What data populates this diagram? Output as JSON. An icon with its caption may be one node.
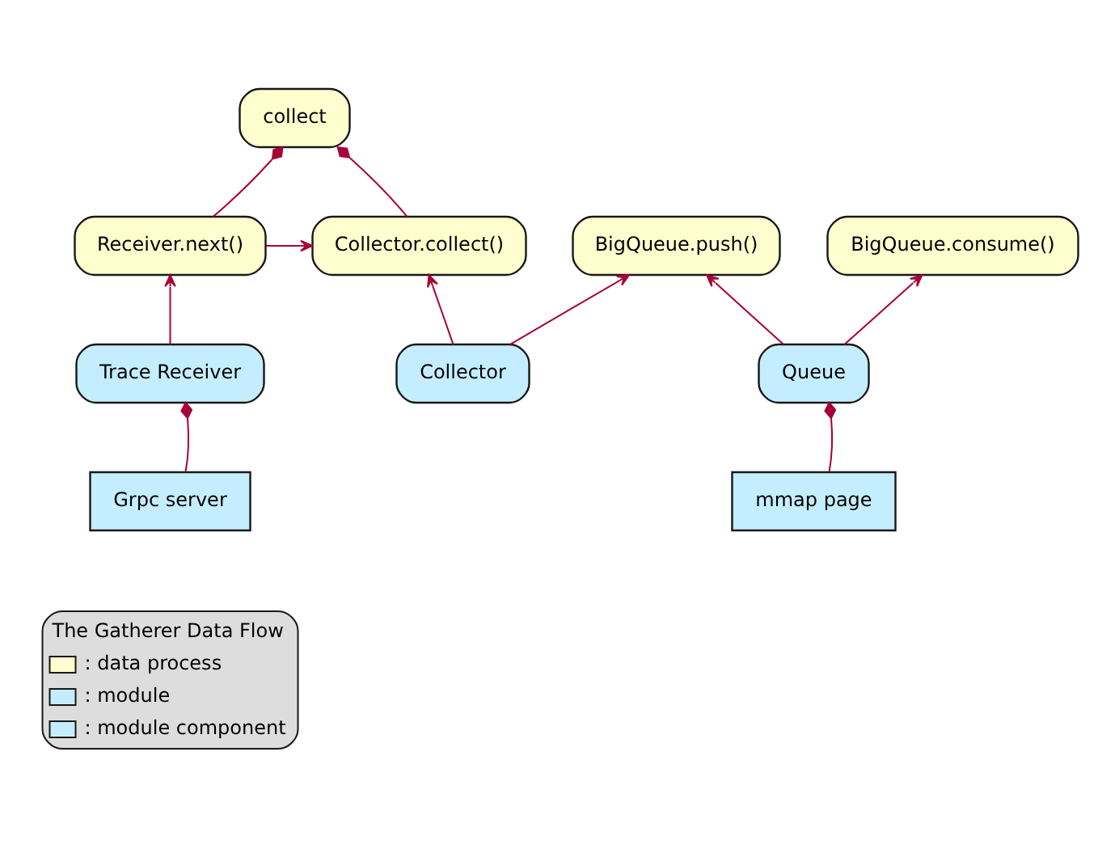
{
  "diagram": {
    "nodes": [
      {
        "text": [
          "collect"
        ]
      },
      {
        "text": [
          "Receiver.next()"
        ]
      },
      {
        "text": [
          "Collector.collect()"
        ]
      },
      {
        "text": [
          "BigQueue.push()"
        ]
      },
      {
        "text": [
          "BigQueue.consume()"
        ]
      },
      {
        "text": [
          "Trace Receiver"
        ]
      },
      {
        "text": [
          "Collector"
        ]
      },
      {
        "text": [
          "Queue"
        ]
      },
      {
        "text": [
          "Grpc server"
        ]
      },
      {
        "text": [
          "mmap page"
        ]
      }
    ],
    "edges": [
      {
        "from": 0,
        "to": 1,
        "arrow": "other"
      },
      {
        "from": 0,
        "to": 2,
        "arrow": "other"
      },
      {
        "from": 1,
        "to": 2,
        "arrow": "to"
      },
      {
        "from": 5,
        "to": 1,
        "arrow": "to"
      },
      {
        "from": 6,
        "to": 2,
        "arrow": "to"
      },
      {
        "from": 6,
        "to": 3,
        "arrow": "to"
      },
      {
        "from": 7,
        "to": 3,
        "arrow": "to"
      },
      {
        "from": 7,
        "to": 4,
        "arrow": "to"
      },
      {
        "from": 5,
        "to": 8,
        "arrow": "other"
      },
      {
        "from": 7,
        "to": 9,
        "arrow": "other"
      }
    ],
    "labels": [
      "The Gatherer Data Flow"
    ],
    "legend": [
      {
        "text": ": data process"
      },
      {
        "text": ": module"
      },
      {
        "text": ": module component"
      }
    ]
  }
}
